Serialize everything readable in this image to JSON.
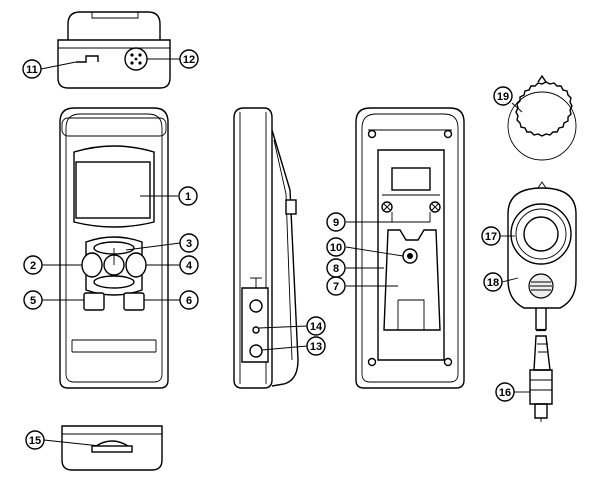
{
  "callouts": [
    {
      "number": "1",
      "part": "display"
    },
    {
      "number": "2",
      "part": "left-button"
    },
    {
      "number": "3",
      "part": "top-button"
    },
    {
      "number": "4",
      "part": "right-button"
    },
    {
      "number": "5",
      "part": "lower-left-button"
    },
    {
      "number": "6",
      "part": "lower-right-button"
    },
    {
      "number": "7",
      "part": "stand"
    },
    {
      "number": "8",
      "part": "battery-cover"
    },
    {
      "number": "9",
      "part": "battery-cover-screws"
    },
    {
      "number": "10",
      "part": "tripod-fix-nut"
    },
    {
      "number": "11",
      "part": "top-input-socket"
    },
    {
      "number": "12",
      "part": "top-connector"
    },
    {
      "number": "13",
      "part": "side-socket-lower"
    },
    {
      "number": "14",
      "part": "side-reset-hole"
    },
    {
      "number": "15",
      "part": "card-slot"
    },
    {
      "number": "16",
      "part": "probe-plug"
    },
    {
      "number": "17",
      "part": "sensor-dome"
    },
    {
      "number": "18",
      "part": "sensor-head"
    },
    {
      "number": "19",
      "part": "sensor-cap"
    }
  ]
}
